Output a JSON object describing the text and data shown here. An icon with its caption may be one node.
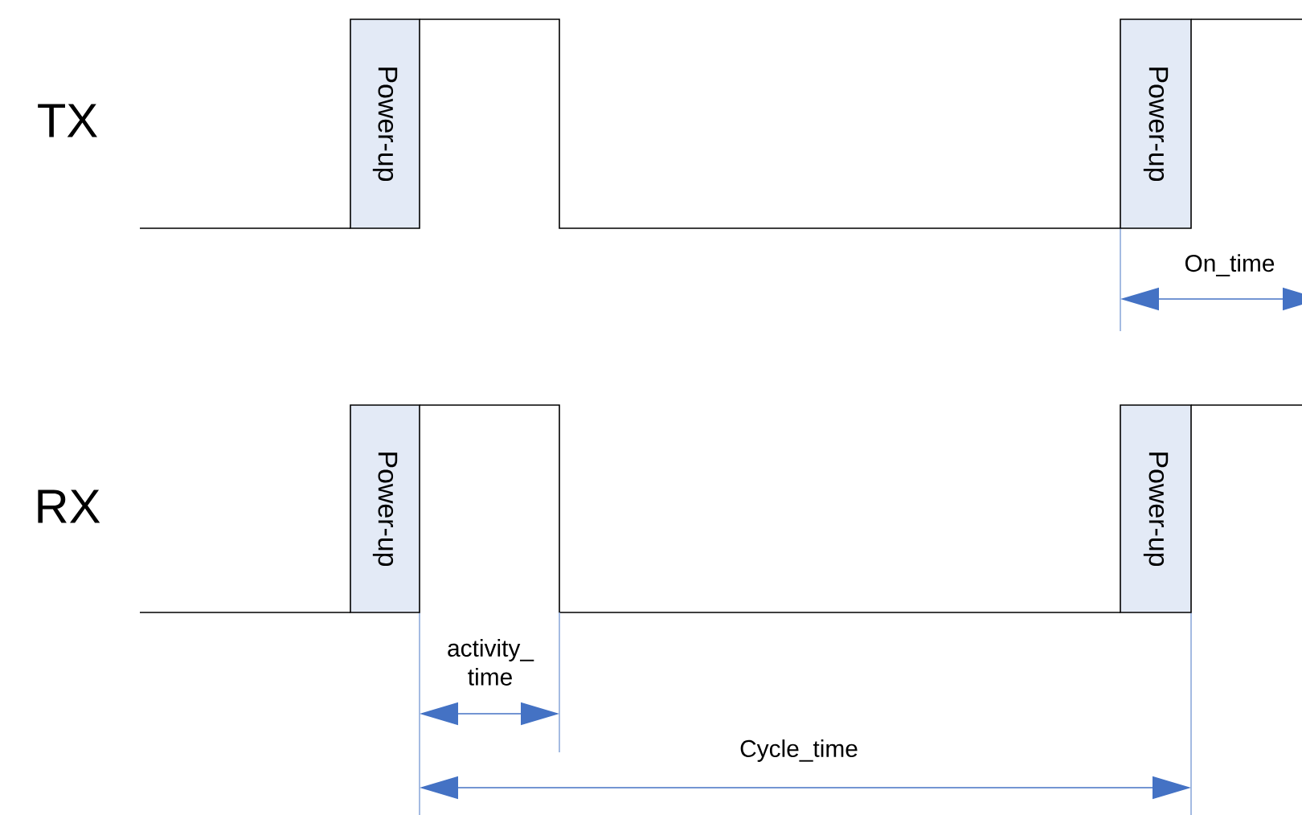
{
  "diagram": {
    "nodes": [
      {
        "text": [
          "Power-up"
        ]
      },
      {
        "text": [
          "Power-up"
        ]
      },
      {
        "text": [
          "Power-up"
        ]
      },
      {
        "text": [
          "Power-up"
        ]
      }
    ],
    "labels": [
      "TX",
      "On_time",
      "RX",
      "activity_ time",
      "Cycle_time"
    ]
  }
}
